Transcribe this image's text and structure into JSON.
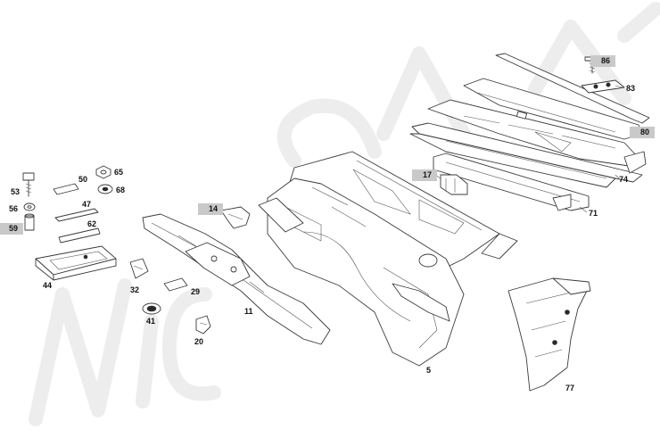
{
  "diagram": {
    "watermark_color": "#ededed",
    "highlight_color": "#c9c9c9",
    "callouts": [
      {
        "id": "86",
        "label": "86",
        "highlighted": true
      },
      {
        "id": "83",
        "label": "83",
        "highlighted": false
      },
      {
        "id": "80",
        "label": "80",
        "highlighted": true
      },
      {
        "id": "74",
        "label": "74",
        "highlighted": false
      },
      {
        "id": "71",
        "label": "71",
        "highlighted": false
      },
      {
        "id": "17",
        "label": "17",
        "highlighted": true
      },
      {
        "id": "65",
        "label": "65",
        "highlighted": false
      },
      {
        "id": "68",
        "label": "68",
        "highlighted": false
      },
      {
        "id": "50",
        "label": "50",
        "highlighted": false
      },
      {
        "id": "53",
        "label": "53",
        "highlighted": false
      },
      {
        "id": "56",
        "label": "56",
        "highlighted": false
      },
      {
        "id": "47",
        "label": "47",
        "highlighted": false
      },
      {
        "id": "62",
        "label": "62",
        "highlighted": false
      },
      {
        "id": "59",
        "label": "59",
        "highlighted": true
      },
      {
        "id": "44",
        "label": "44",
        "highlighted": false
      },
      {
        "id": "14",
        "label": "14",
        "highlighted": true
      },
      {
        "id": "32",
        "label": "32",
        "highlighted": false
      },
      {
        "id": "29",
        "label": "29",
        "highlighted": false
      },
      {
        "id": "41",
        "label": "41",
        "highlighted": false
      },
      {
        "id": "20",
        "label": "20",
        "highlighted": false
      },
      {
        "id": "11",
        "label": "11",
        "highlighted": false
      },
      {
        "id": "5",
        "label": "5",
        "highlighted": false
      },
      {
        "id": "77",
        "label": "77",
        "highlighted": false
      }
    ]
  }
}
